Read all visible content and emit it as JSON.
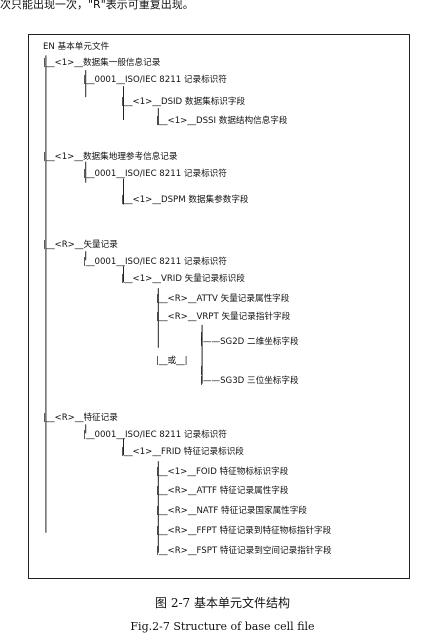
{
  "top_text": "次只能出现一次，\"R\"表示可重复出现。",
  "figure": {
    "root": "EN 基本单元文件",
    "lines": [
      "|__<1>__数据集一般信息记录",
      "|__0001__ISO/IEC 8211 记录标识符",
      "|__<1>__DSID 数据集标识字段",
      "|__<1>__DSSI 数据结构信息字段",
      "|__<1>__数据集地理参考信息记录",
      "|__0001__ISO/IEC 8211 记录标识符",
      "|__<1>__DSPM 数据集参数字段",
      "|__<R>__矢量记录",
      "|__0001__ISO/IEC 8211 记录标识符",
      "|__<1>__VRID 矢量记录标识段",
      "|__<R>__ATTV 矢量记录属性字段",
      "|__<R>__VRPT 矢量记录指针字段",
      "|",
      "|——SG2D 二维坐标字段",
      "|__或__|",
      "|",
      "|——SG3D 三位坐标字段",
      "|__<R>__特征记录",
      "|__0001__ISO/IEC 8211 记录标识符",
      "|__<1>__FRID 特征记录标识段",
      "|__<1>__FOID 特征物标标识字段",
      "|__<R>__ATTF 特征记录属性字段",
      "|__<R>__NATF 特征记录国家属性字段",
      "|__<R>__FFPT 特征记录到特征物标指针字段",
      "|__<R>__FSPT 特征记录到空间记录指针字段"
    ]
  },
  "caption_cn": "图 2-7 基本单元文件结构",
  "caption_en": "Fig.2-7 Structure of base cell file"
}
